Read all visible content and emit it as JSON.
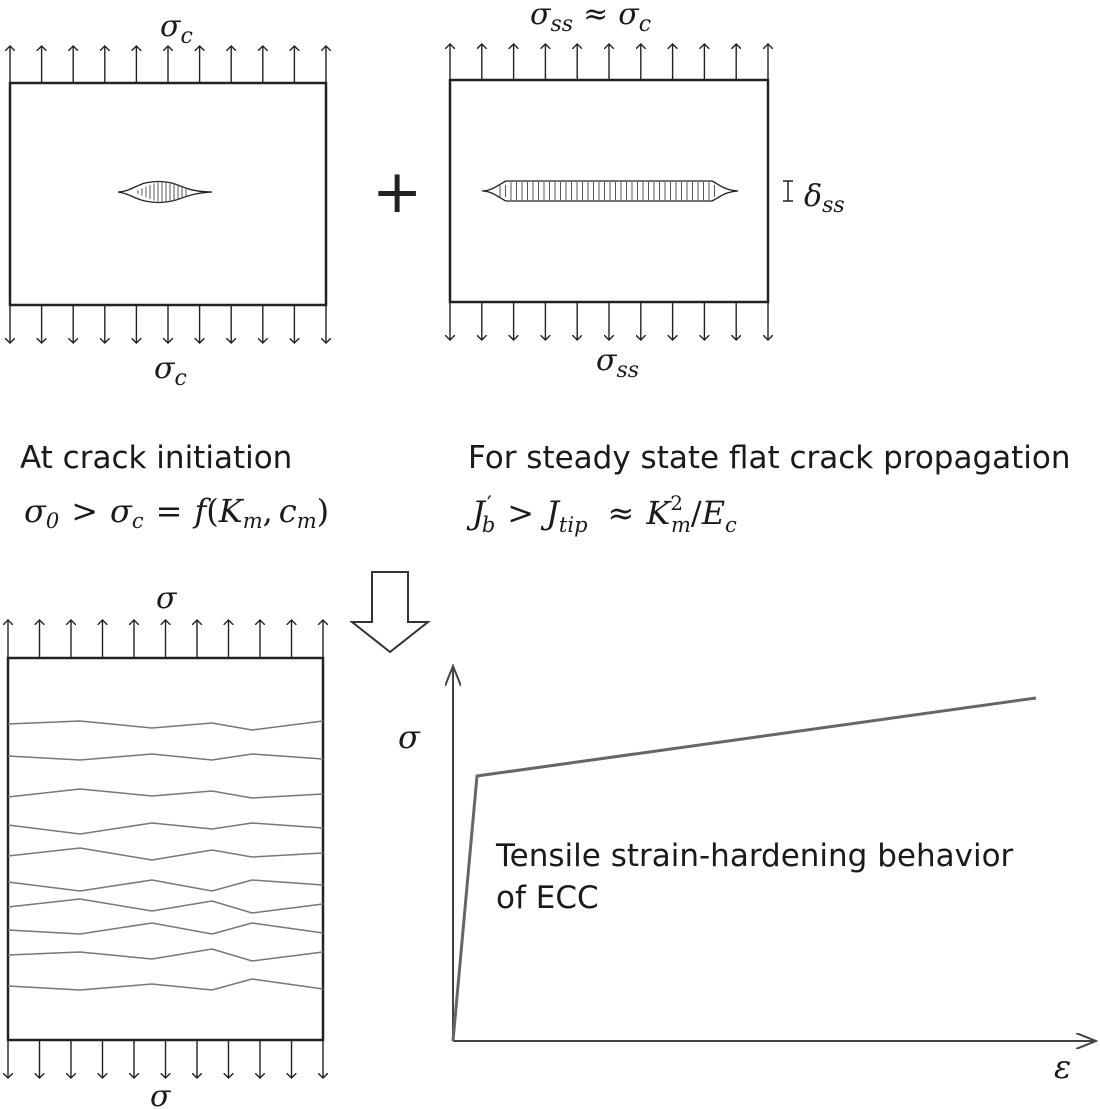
{
  "top_left": {
    "sigma_sym": "σ",
    "sub": "c"
  },
  "top_right": {
    "top_sigma": "σ",
    "top_sub": "ss",
    "approx": "≈",
    "top_sigma2": "σ",
    "top_sub2": "c",
    "bottom_sigma": "σ",
    "bottom_sub": "ss",
    "delta": "δ",
    "delta_sub": "ss"
  },
  "plus": "+",
  "initiation": {
    "title": "At crack initiation",
    "eq": {
      "s1": "σ",
      "s1sub": "0",
      "gt": ">",
      "s2": "σ",
      "s2sub": "c",
      "eqsign": "=",
      "f": "f",
      "open": "(",
      "k": "K",
      "ksub": "m",
      "comma": ",",
      "c": "c",
      "csub": "m",
      "close": ")"
    }
  },
  "steady": {
    "title": "For steady state flat crack propagation",
    "eq": {
      "j1": "J",
      "j1sup": "′",
      "j1sub": "b",
      "gt": ">",
      "j2": "J",
      "j2sub": "tip",
      "approx": "≈",
      "k": "K",
      "ksup": "2",
      "ksub": "m",
      "slash": "/",
      "e": "E",
      "esub": "c"
    }
  },
  "bottom_left": {
    "sigma": "σ"
  },
  "graph": {
    "ylabel": "σ",
    "xlabel": "ε",
    "caption_line1": "Tensile strain-hardening behavior",
    "caption_line2": "of ECC"
  }
}
